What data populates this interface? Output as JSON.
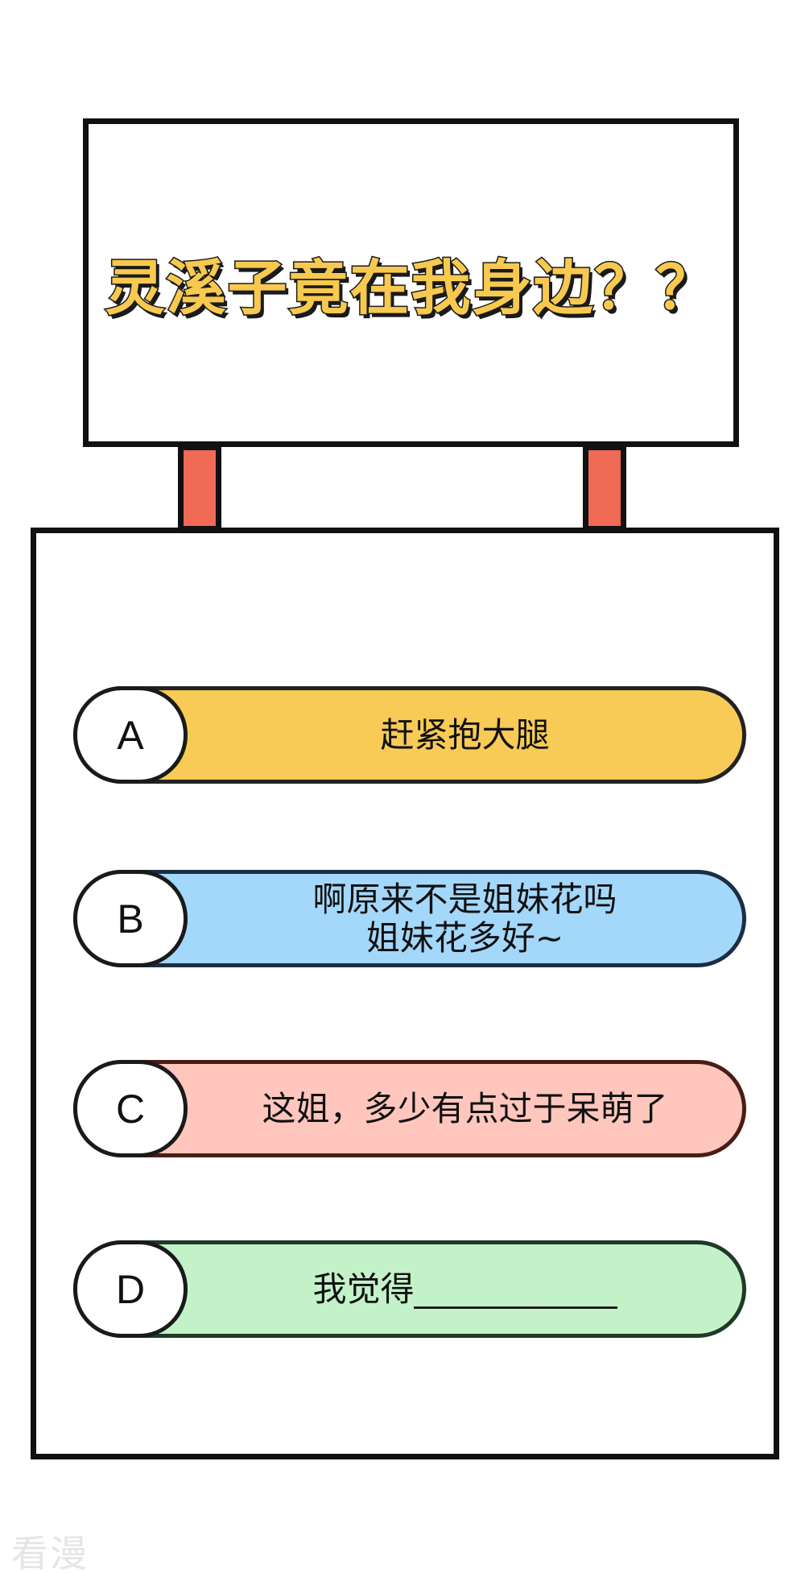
{
  "sign": {
    "title": "灵溪子竟在我身边？？"
  },
  "options": [
    {
      "letter": "A",
      "lines": [
        "赶紧抱大腿"
      ]
    },
    {
      "letter": "B",
      "lines": [
        "啊原来不是姐妹花吗",
        "姐妹花多好~"
      ]
    },
    {
      "letter": "C",
      "lines": [
        "这姐，多少有点过于呆萌了"
      ]
    },
    {
      "letter": "D",
      "lines": [
        "我觉得____________"
      ]
    }
  ],
  "watermark": "看漫",
  "colors": {
    "title_fill": "#f7c94f",
    "post": "#f06a55",
    "option_a": "#f7cb55",
    "option_b": "#a4d8fb",
    "option_c": "#ffc6bd",
    "option_d": "#c3f2c9",
    "outline": "#111111"
  }
}
